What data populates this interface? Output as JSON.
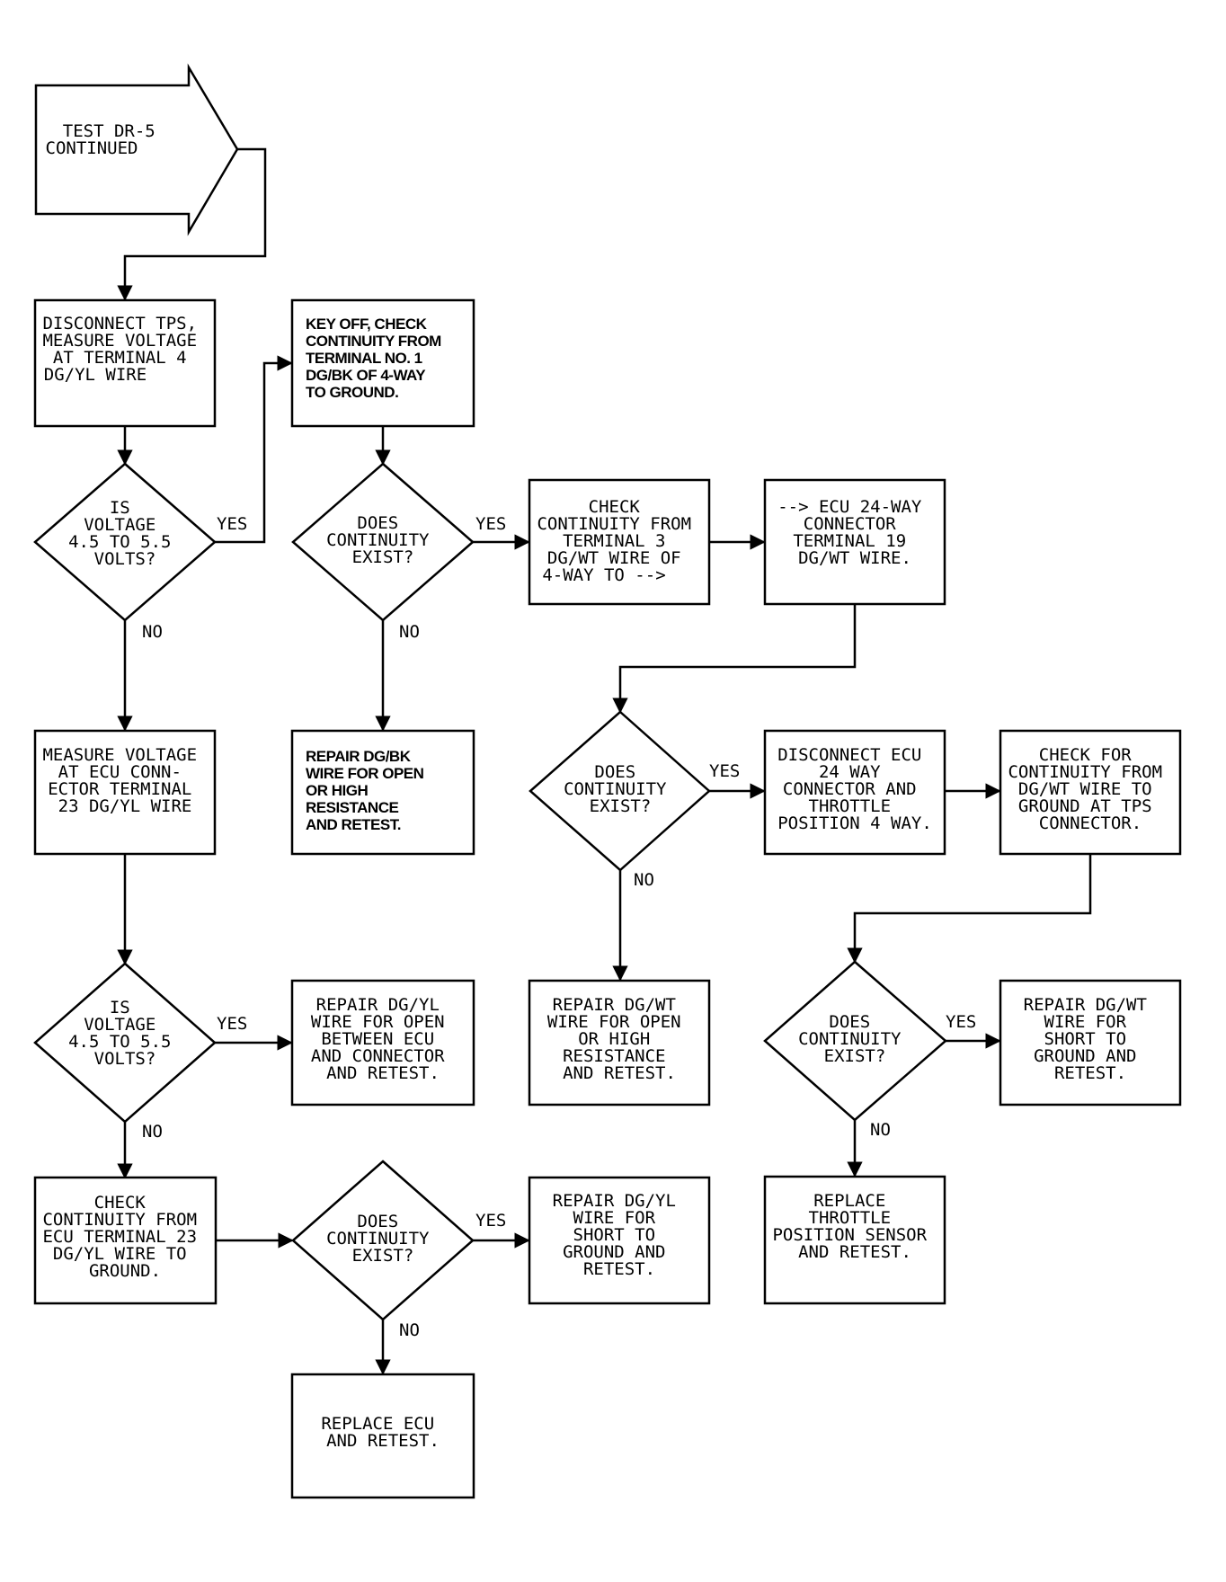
{
  "nodes": {
    "start": [
      "TEST DR-5",
      "CONTINUED"
    ],
    "disconnect_tps": [
      "DISCONNECT TPS,",
      "MEASURE VOLTAGE",
      "AT TERMINAL 4",
      "DG/YL WIRE"
    ],
    "key_off_check": [
      "KEY OFF, CHECK",
      "CONTINUITY FROM",
      "TERMINAL NO. 1",
      "DG/BK OF 4-WAY",
      "TO GROUND."
    ],
    "is_voltage_1": [
      "IS",
      "VOLTAGE",
      "4.5 TO 5.5",
      "VOLTS?"
    ],
    "does_continuity_1": [
      "DOES",
      "CONTINUITY",
      "EXIST?"
    ],
    "check_continuity_t3": [
      "CHECK",
      "CONTINUITY FROM",
      "TERMINAL 3",
      "DG/WT WIRE OF",
      "4-WAY TO -->"
    ],
    "ecu_24way": [
      "--> ECU 24-WAY",
      "CONNECTOR",
      "TERMINAL 19",
      "DG/WT WIRE."
    ],
    "measure_voltage_ecu": [
      "MEASURE VOLTAGE",
      "AT ECU CONN-",
      "ECTOR TERMINAL",
      "23 DG/YL WIRE"
    ],
    "repair_dgbk": [
      "REPAIR DG/BK",
      "WIRE FOR OPEN",
      "OR HIGH",
      "RESISTANCE",
      "AND RETEST."
    ],
    "does_continuity_2": [
      "DOES",
      "CONTINUITY",
      "EXIST?"
    ],
    "disconnect_ecu": [
      "DISCONNECT ECU",
      "24 WAY",
      "CONNECTOR AND",
      "THROTTLE",
      "POSITION 4 WAY."
    ],
    "check_continuity_dgwt": [
      "CHECK FOR",
      "CONTINUITY FROM",
      "DG/WT WIRE TO",
      "GROUND AT TPS",
      "CONNECTOR."
    ],
    "is_voltage_2": [
      "IS",
      "VOLTAGE",
      "4.5 TO 5.5",
      "VOLTS?"
    ],
    "repair_dgyl_open": [
      "REPAIR DG/YL",
      "WIRE FOR OPEN",
      "BETWEEN ECU",
      "AND CONNECTOR",
      "AND RETEST."
    ],
    "repair_dgwt_open": [
      "REPAIR DG/WT",
      "WIRE FOR OPEN",
      "OR HIGH",
      "RESISTANCE",
      "AND RETEST."
    ],
    "does_continuity_4": [
      "DOES",
      "CONTINUITY",
      "EXIST?"
    ],
    "repair_dgwt_short": [
      "REPAIR DG/WT",
      "WIRE FOR",
      "SHORT TO",
      "GROUND AND",
      "RETEST."
    ],
    "check_continuity_ecu23": [
      "CHECK",
      "CONTINUITY FROM",
      "ECU TERMINAL 23",
      "DG/YL WIRE TO",
      "GROUND."
    ],
    "does_continuity_3": [
      "DOES",
      "CONTINUITY",
      "EXIST?"
    ],
    "repair_dgyl_short": [
      "REPAIR DG/YL",
      "WIRE FOR",
      "SHORT TO",
      "GROUND AND",
      "RETEST."
    ],
    "replace_tps": [
      "REPLACE",
      "THROTTLE",
      "POSITION SENSOR",
      "AND RETEST."
    ],
    "replace_ecu": [
      "REPLACE ECU",
      "AND RETEST."
    ]
  },
  "edge_labels": {
    "yes": "YES",
    "no": "NO"
  }
}
